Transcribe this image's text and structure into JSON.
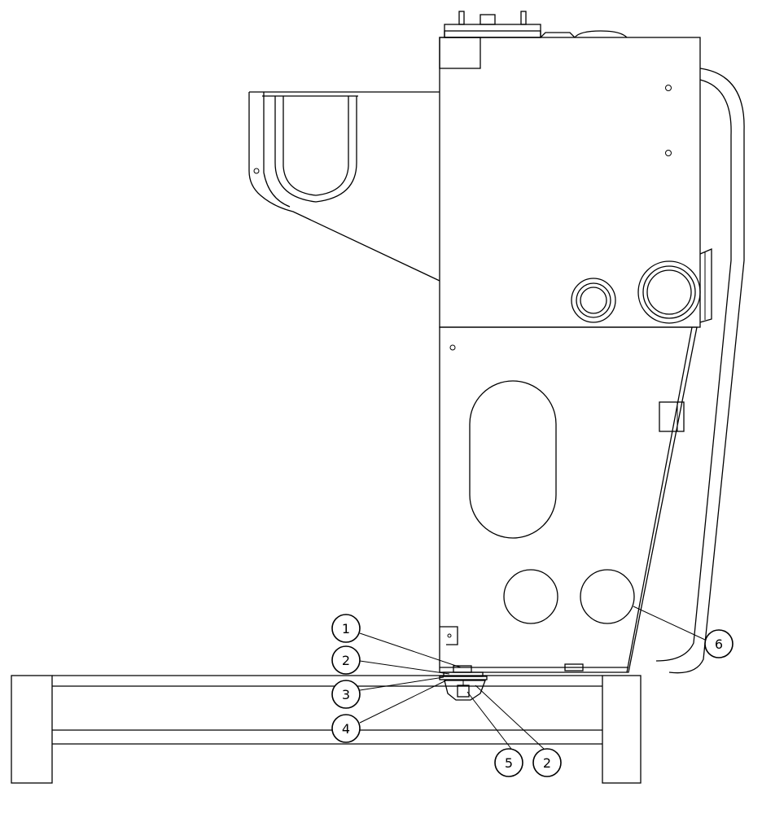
{
  "callouts": [
    {
      "id": "c1",
      "label": "1"
    },
    {
      "id": "c2a",
      "label": "2"
    },
    {
      "id": "c3",
      "label": "3"
    },
    {
      "id": "c4",
      "label": "4"
    },
    {
      "id": "c5",
      "label": "5"
    },
    {
      "id": "c2b",
      "label": "2"
    },
    {
      "id": "c6",
      "label": "6"
    }
  ]
}
